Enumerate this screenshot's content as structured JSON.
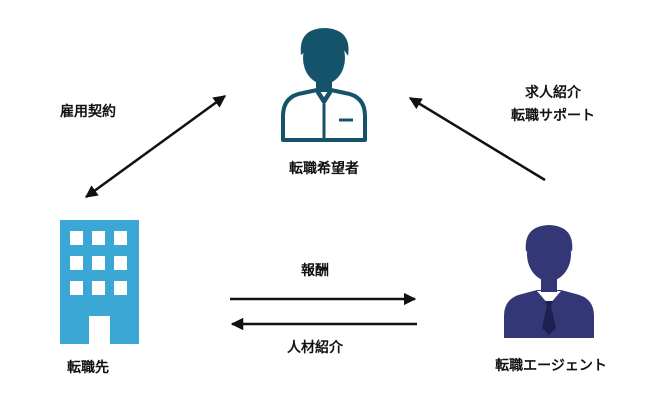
{
  "nodes": {
    "job_seeker": {
      "label": "転職希望者"
    },
    "employer": {
      "label": "転職先"
    },
    "agent": {
      "label": "転職エージェント"
    }
  },
  "relations": {
    "employment_contract": {
      "label": "雇用契約"
    },
    "job_support": {
      "lines": [
        "求人紹介",
        "転職サポート"
      ]
    },
    "reward": {
      "label": "報酬"
    },
    "talent_referral": {
      "label": "人材紹介"
    }
  },
  "colors": {
    "job_seeker": "#15536b",
    "employer": "#3ba7d4",
    "agent": "#343775",
    "arrow": "#111111",
    "background": "#ffffff"
  },
  "icons": {
    "job_seeker": "casual-person-icon",
    "employer": "office-building-icon",
    "agent": "businessman-icon"
  }
}
